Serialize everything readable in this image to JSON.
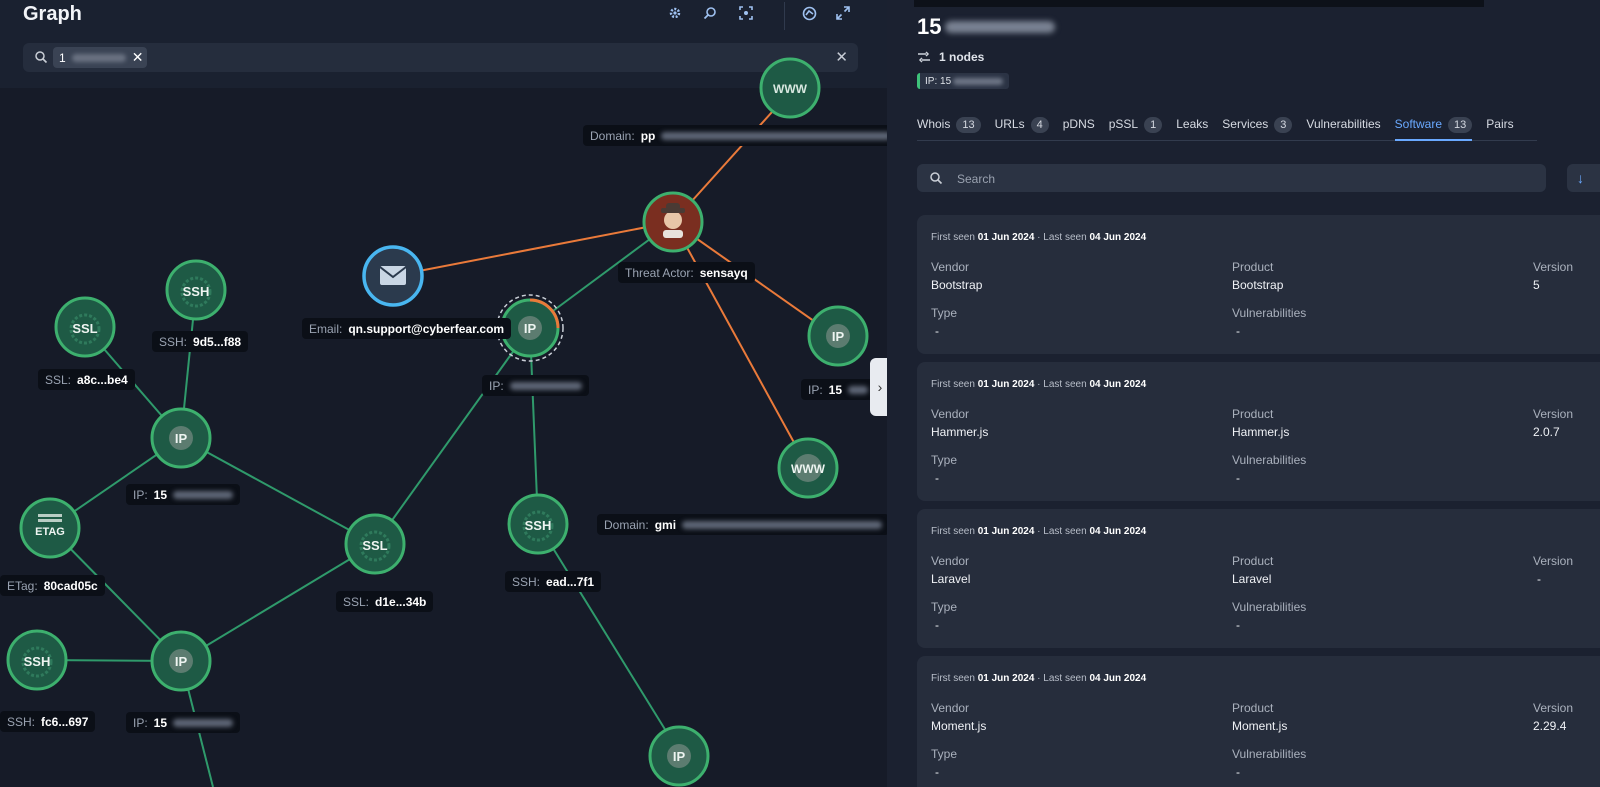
{
  "graph": {
    "title": "Graph",
    "search_chip_text": "1",
    "toolbar": {
      "settings_icon": "gear-icon",
      "search_icon": "search-zoom-icon",
      "fit_icon": "fit-screen-icon",
      "layout_icon": "layout-icon",
      "expand_icon": "expand-icon"
    },
    "labels": {
      "domain_top": {
        "key": "Domain:",
        "value": "pp"
      },
      "threat_actor": {
        "key": "Threat Actor:",
        "value": "sensayq"
      },
      "email": {
        "key": "Email:",
        "value": "qn.support@cyberfear.com"
      },
      "ssh_top": {
        "key": "SSH:",
        "value": "9d5...f88"
      },
      "ssl_left": {
        "key": "SSL:",
        "value": "a8c...be4"
      },
      "ip_center": {
        "key": "IP:",
        "value": ""
      },
      "ip_right": {
        "key": "IP:",
        "value": "15"
      },
      "ip_left": {
        "key": "IP:",
        "value": "15"
      },
      "etag": {
        "key": "ETag:",
        "value": "80cad05c"
      },
      "ssl_mid": {
        "key": "SSL:",
        "value": "d1e...34b"
      },
      "ssh_mid": {
        "key": "SSH:",
        "value": "ead...7f1"
      },
      "domain_mid": {
        "key": "Domain:",
        "value": "gmi"
      },
      "ssh_bottom": {
        "key": "SSH:",
        "value": "fc6...697"
      },
      "ip_bottom_left": {
        "key": "IP:",
        "value": "15"
      }
    },
    "node_text": {
      "www": "WWW",
      "ip": "IP",
      "ssh": "SSH",
      "ssl": "SSL",
      "etag": "ETAG"
    },
    "colors": {
      "node_green": "#3db06e",
      "node_fill": "#1e5a45",
      "edge_green": "#2f9a6b",
      "edge_orange": "#ea7a3a",
      "email_blue": "#49b6f0"
    }
  },
  "panel": {
    "title_prefix": "15",
    "nodes_count": "1 nodes",
    "ip_tag_prefix": "IP: 15",
    "tabs": [
      {
        "label": "Whois",
        "count": "13"
      },
      {
        "label": "URLs",
        "count": "4"
      },
      {
        "label": "pDNS",
        "count": ""
      },
      {
        "label": "pSSL",
        "count": "1"
      },
      {
        "label": "Leaks",
        "count": ""
      },
      {
        "label": "Services",
        "count": "3"
      },
      {
        "label": "Vulnerabilities",
        "count": ""
      },
      {
        "label": "Software",
        "count": "13"
      },
      {
        "label": "Pairs",
        "count": ""
      }
    ],
    "active_tab": "Software",
    "search_placeholder": "Search",
    "download_icon": "download-arrow-icon",
    "labels": {
      "first_seen": "First seen",
      "last_seen": "Last seen",
      "vendor": "Vendor",
      "product": "Product",
      "version": "Version",
      "type": "Type",
      "vulnerabilities": "Vulnerabilities"
    },
    "software": [
      {
        "first_seen": "01 Jun 2024",
        "last_seen": "04 Jun 2024",
        "vendor": "Bootstrap",
        "product": "Bootstrap",
        "version": "5",
        "type": "-",
        "vulnerabilities": "-"
      },
      {
        "first_seen": "01 Jun 2024",
        "last_seen": "04 Jun 2024",
        "vendor": "Hammer.js",
        "product": "Hammer.js",
        "version": "2.0.7",
        "type": "-",
        "vulnerabilities": "-"
      },
      {
        "first_seen": "01 Jun 2024",
        "last_seen": "04 Jun 2024",
        "vendor": "Laravel",
        "product": "Laravel",
        "version": "-",
        "type": "-",
        "vulnerabilities": "-"
      },
      {
        "first_seen": "01 Jun 2024",
        "last_seen": "04 Jun 2024",
        "vendor": "Moment.js",
        "product": "Moment.js",
        "version": "2.29.4",
        "type": "-",
        "vulnerabilities": "-"
      }
    ]
  }
}
